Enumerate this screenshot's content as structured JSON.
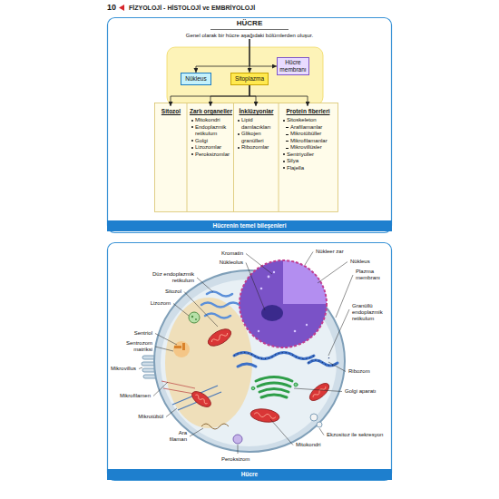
{
  "diagram": {
    "title": "FİZYOLOJİ - HİSTOLOJİ ve EMBRİYOLOJİ",
    "nodes": [
      {
        "text": [
          "HÜCRE",
          "Genel olarak bir hücre aşağıdaki bölümlerden oluşur."
        ]
      },
      {
        "text": [
          "Nükleus"
        ]
      },
      {
        "text": [
          "Sitoplazma"
        ]
      },
      {
        "text": [
          "Hücre membranı"
        ]
      },
      {
        "text": [
          "Sitozol"
        ]
      },
      {
        "text": [
          "Zarlı organeller",
          "Mitokondri",
          "Endoplazmik retikulum",
          "Golgi",
          "Lizozomlar",
          "Peroksizomlar"
        ]
      },
      {
        "text": [
          "İnklüzyonlar",
          "Lipid damlacıkları",
          "Glikojen granülleri",
          "Ribozomlar"
        ]
      },
      {
        "text": [
          "Protein fiberleri",
          "Sitoskeleton",
          "Arafilamanlar",
          "Mikrotübüller",
          "Mikrofilamanlar",
          "Mikrovillüsler",
          "Sentriyoller",
          "Silya",
          "Flajella"
        ]
      },
      {
        "text": [
          "Hücrenin temel bileşenleri"
        ]
      },
      {
        "text": [
          "Hücre"
        ]
      }
    ],
    "edges": [
      {
        "from": 0,
        "to": 1,
        "arrow": "to"
      },
      {
        "from": 0,
        "to": 2,
        "arrow": "to"
      },
      {
        "from": 0,
        "to": 3,
        "arrow": "to"
      },
      {
        "from": 2,
        "to": 4,
        "arrow": "to"
      },
      {
        "from": 2,
        "to": 5,
        "arrow": "to"
      },
      {
        "from": 2,
        "to": 6,
        "arrow": "to"
      },
      {
        "from": 2,
        "to": 7,
        "arrow": "to"
      }
    ],
    "labels": [
      "10",
      "Kromatin",
      "Nükleolus",
      "Nükleer zar",
      "Nükleus",
      "Plazma membranı",
      "Düz endoplazmik retikulum",
      "Sitozol",
      "Lizozom",
      "Granüllü endoplazmik retikulum",
      "Sentriol",
      "Sentrozom matriksi",
      "Ribozom",
      "Mikrovillus",
      "Golgi aparatı",
      "Mikrofilamen",
      "Mikrotübül",
      "Ekzositoz ile sekresyon",
      "Ara filaman",
      "Mitokondri",
      "Peroksizom"
    ]
  }
}
